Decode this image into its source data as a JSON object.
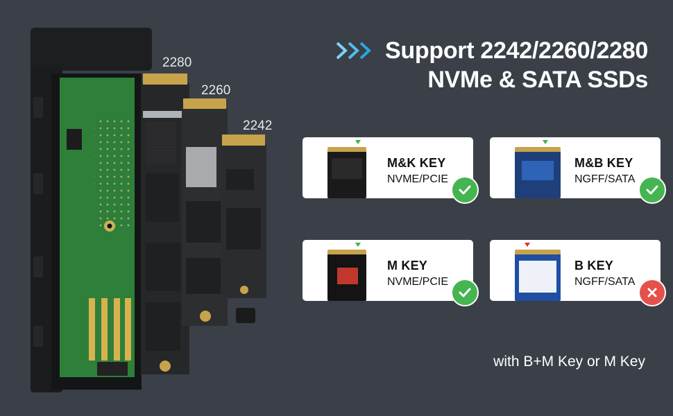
{
  "headline": {
    "line1": "Support 2242/2260/2280",
    "line2": "NVMe & SATA SSDs"
  },
  "colors": {
    "background": "#3a3f48",
    "accent_chevron": "#3fb5e6",
    "ok": "#44b551",
    "error": "#e6504b"
  },
  "ssd_sizes": [
    "2280",
    "2260",
    "2242"
  ],
  "cards": [
    {
      "title": "M&K KEY",
      "subtitle": "NVME/PCIE",
      "supported": true,
      "icon": "check-icon",
      "marker_color": "#3bb44a"
    },
    {
      "title": "M&B KEY",
      "subtitle": "NGFF/SATA",
      "supported": true,
      "icon": "check-icon",
      "marker_color": "#3bb44a"
    },
    {
      "title": "M KEY",
      "subtitle": "NVME/PCIE",
      "supported": true,
      "icon": "check-icon",
      "marker_color": "#3bb44a"
    },
    {
      "title": "B KEY",
      "subtitle": "NGFF/SATA",
      "supported": false,
      "icon": "cross-icon",
      "marker_color": "#d9302a"
    }
  ],
  "footnote": "with B+M Key or M Key"
}
